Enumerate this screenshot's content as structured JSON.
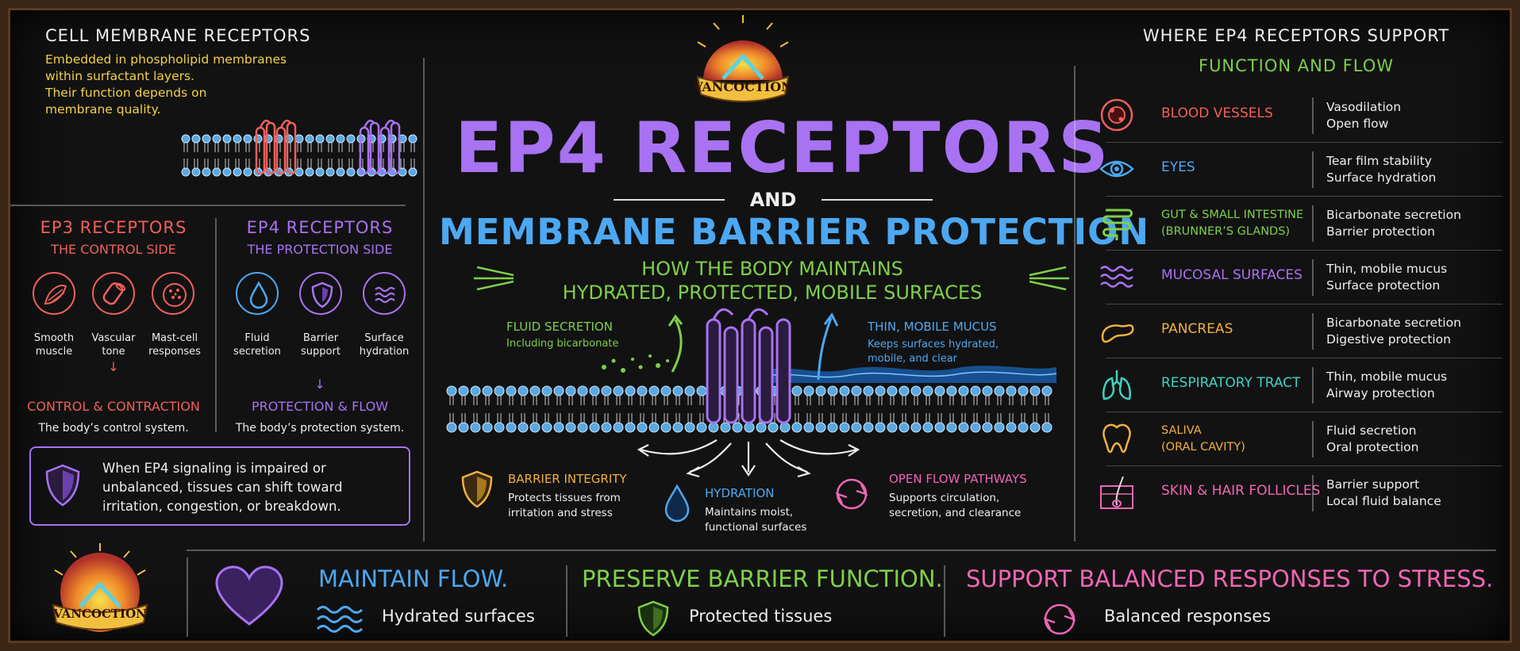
{
  "colors": {
    "red": "#f0605a",
    "purple": "#a872f2",
    "blue": "#4ca8f2",
    "green": "#7ed04a",
    "orange": "#f2b040",
    "pink": "#f066b4",
    "teal": "#3fd2c2",
    "yellow": "#f2d048"
  },
  "logo": {
    "text": "VANCOCTION"
  },
  "left": {
    "title": "CELL MEMBRANE RECEPTORS",
    "intro": [
      "Embedded in phospholipid membranes",
      "within surfactant layers.",
      "Their function depends on",
      "membrane quality."
    ],
    "ep3": {
      "title": "EP3 RECEPTORS",
      "subtitle": "THE CONTROL SIDE",
      "items": [
        {
          "icon": "muscle-icon",
          "label": [
            "Smooth",
            "muscle"
          ]
        },
        {
          "icon": "vessel-icon",
          "label": [
            "Vascular",
            "tone"
          ]
        },
        {
          "icon": "mast-cell-icon",
          "label": [
            "Mast-cell",
            "responses"
          ]
        }
      ],
      "arrow": "↓",
      "result": "CONTROL & CONTRACTION",
      "note": "The body’s control system."
    },
    "ep4": {
      "title": "EP4 RECEPTORS",
      "subtitle": "THE PROTECTION SIDE",
      "items": [
        {
          "icon": "droplet-icon",
          "label": [
            "Fluid",
            "secretion"
          ]
        },
        {
          "icon": "shield-icon",
          "label": [
            "Barrier",
            "support"
          ]
        },
        {
          "icon": "waves-icon",
          "label": [
            "Surface",
            "hydration"
          ]
        }
      ],
      "arrow": "↓",
      "result": "PROTECTION & FLOW",
      "note": "The body’s protection system."
    },
    "warning": [
      "When EP4 signaling is impaired or",
      "unbalanced, tissues can shift toward",
      "irritation, congestion, or breakdown."
    ]
  },
  "center": {
    "title": "EP4 RECEPTORS",
    "and": "AND",
    "subtitle": "MEMBRANE BARRIER PROTECTION",
    "tagline": [
      "HOW THE BODY MAINTAINS",
      "HYDRATED, PROTECTED, MOBILE SURFACES"
    ],
    "fluid": {
      "title": "FLUID SECRETION",
      "desc": "Including bicarbonate"
    },
    "mucus": {
      "title": "THIN, MOBILE MUCUS",
      "desc": [
        "Keeps surfaces hydrated,",
        "mobile, and clear"
      ]
    },
    "barrier": {
      "title": "BARRIER INTEGRITY",
      "desc": [
        "Protects tissues from",
        "irritation and stress"
      ]
    },
    "hydration": {
      "title": "HYDRATION",
      "desc": [
        "Maintains moist,",
        "functional surfaces"
      ]
    },
    "flow": {
      "title": "OPEN FLOW PATHWAYS",
      "desc": [
        "Supports circulation,",
        "secretion, and clearance"
      ]
    }
  },
  "right": {
    "title": [
      "WHERE EP4 RECEPTORS SUPPORT",
      "FUNCTION AND FLOW"
    ],
    "rows": [
      {
        "icon": "blood-vessel-icon",
        "label": [
          "BLOOD VESSELS"
        ],
        "color": "#f0605a",
        "desc": [
          "Vasodilation",
          "Open flow"
        ]
      },
      {
        "icon": "eye-icon",
        "label": [
          "EYES"
        ],
        "color": "#4ca8f2",
        "desc": [
          "Tear film stability",
          "Surface hydration"
        ]
      },
      {
        "icon": "intestine-icon",
        "label": [
          "GUT & SMALL INTESTINE",
          "(BRUNNER’S GLANDS)"
        ],
        "color": "#7ed04a",
        "desc": [
          "Bicarbonate secretion",
          "Barrier protection"
        ]
      },
      {
        "icon": "mucosal-waves-icon",
        "label": [
          "MUCOSAL SURFACES"
        ],
        "color": "#a872f2",
        "desc": [
          "Thin, mobile mucus",
          "Surface protection"
        ]
      },
      {
        "icon": "pancreas-icon",
        "label": [
          "PANCREAS"
        ],
        "color": "#f2b040",
        "desc": [
          "Bicarbonate secretion",
          "Digestive protection"
        ]
      },
      {
        "icon": "lungs-icon",
        "label": [
          "RESPIRATORY TRACT"
        ],
        "color": "#3fd2c2",
        "desc": [
          "Thin, mobile mucus",
          "Airway protection"
        ]
      },
      {
        "icon": "tooth-icon",
        "label": [
          "SALIVA",
          "(ORAL CAVITY)"
        ],
        "color": "#f2b040",
        "desc": [
          "Fluid secretion",
          "Oral protection"
        ]
      },
      {
        "icon": "skin-follicle-icon",
        "label": [
          "SKIN & HAIR FOLLICLES"
        ],
        "color": "#f066b4",
        "desc": [
          "Barrier support",
          "Local fluid balance"
        ]
      }
    ]
  },
  "footer": {
    "maintain": {
      "title": "MAINTAIN FLOW.",
      "sub": "Hydrated surfaces"
    },
    "preserve": {
      "title": "PRESERVE BARRIER FUNCTION.",
      "sub": "Protected tissues"
    },
    "support": {
      "title": "SUPPORT BALANCED RESPONSES TO STRESS.",
      "sub": "Balanced responses"
    }
  }
}
